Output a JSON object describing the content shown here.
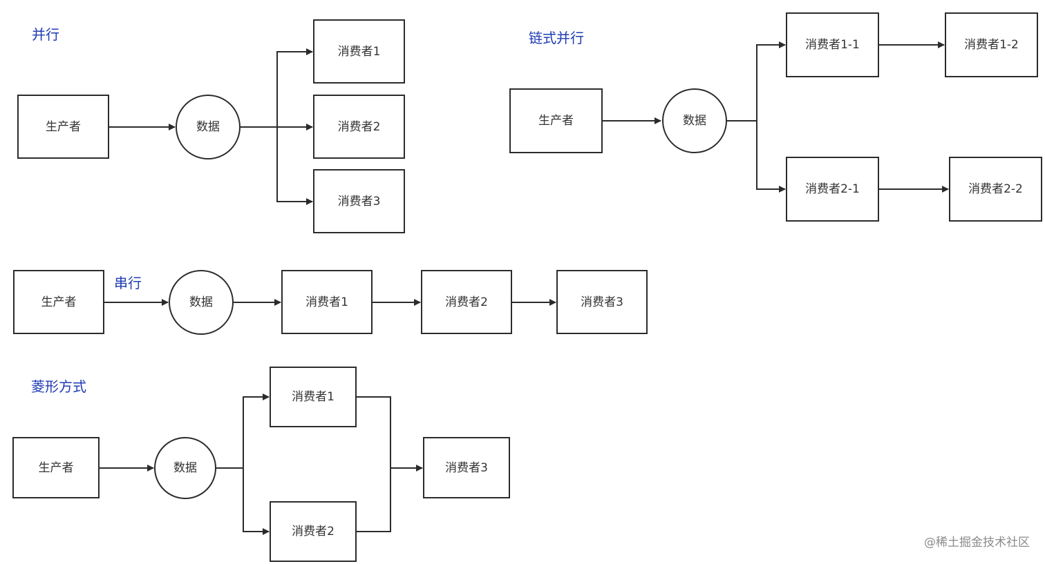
{
  "colors": {
    "title": "#1f3bb3",
    "watermark": "#8a8a8a",
    "line": "#2b2b2b"
  },
  "sections": {
    "parallel": {
      "title": "并行"
    },
    "chained": {
      "title": "链式并行"
    },
    "serial": {
      "title": "串行"
    },
    "diamond": {
      "title": "菱形方式"
    }
  },
  "watermark": "@稀土掘金技术社区",
  "nodes": {
    "p_producer": "生产者",
    "p_data": "数据",
    "p_c1": "消费者1",
    "p_c2": "消费者2",
    "p_c3": "消费者3",
    "c_producer": "生产者",
    "c_data": "数据",
    "c_c11": "消费者1-1",
    "c_c12": "消费者1-2",
    "c_c21": "消费者2-1",
    "c_c22": "消费者2-2",
    "s_producer": "生产者",
    "s_data": "数据",
    "s_c1": "消费者1",
    "s_c2": "消费者2",
    "s_c3": "消费者3",
    "d_producer": "生产者",
    "d_data": "数据",
    "d_c1": "消费者1",
    "d_c2": "消费者2",
    "d_c3": "消费者3"
  },
  "edges": [
    [
      "p_producer",
      "p_data"
    ],
    [
      "p_data",
      "p_c1"
    ],
    [
      "p_data",
      "p_c2"
    ],
    [
      "p_data",
      "p_c3"
    ],
    [
      "c_producer",
      "c_data"
    ],
    [
      "c_data",
      "c_c11"
    ],
    [
      "c_data",
      "c_c21"
    ],
    [
      "c_c11",
      "c_c12"
    ],
    [
      "c_c21",
      "c_c22"
    ],
    [
      "s_producer",
      "s_data"
    ],
    [
      "s_data",
      "s_c1"
    ],
    [
      "s_c1",
      "s_c2"
    ],
    [
      "s_c2",
      "s_c3"
    ],
    [
      "d_producer",
      "d_data"
    ],
    [
      "d_data",
      "d_c1"
    ],
    [
      "d_data",
      "d_c2"
    ],
    [
      "d_c1",
      "d_c3"
    ],
    [
      "d_c2",
      "d_c3"
    ]
  ]
}
